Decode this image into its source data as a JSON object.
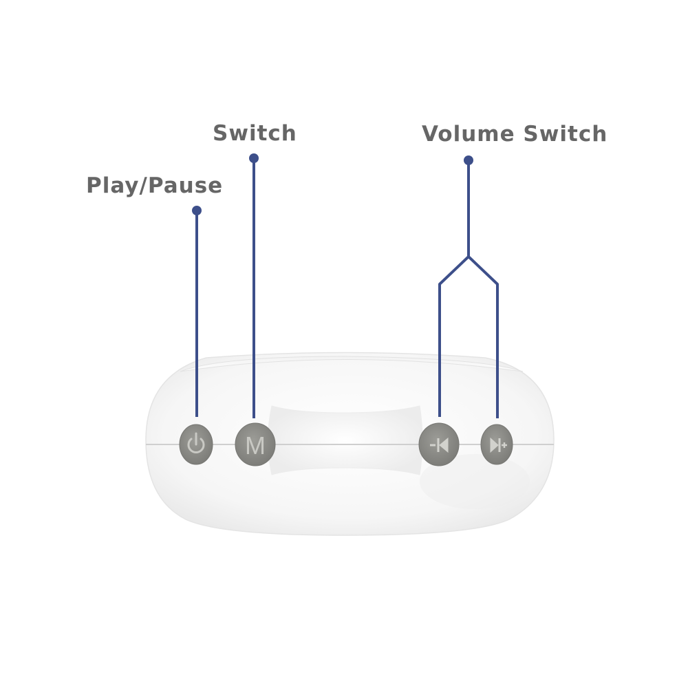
{
  "callouts": {
    "play_pause": "Play/Pause",
    "switch": "Switch",
    "volume_switch": "Volume Switch"
  },
  "buttons": [
    {
      "name": "power-button",
      "glyph": "power-icon"
    },
    {
      "name": "mode-button",
      "glyph": "M"
    },
    {
      "name": "volume-down-button",
      "glyph": "minus-previous-icon"
    },
    {
      "name": "volume-up-button",
      "glyph": "next-plus-icon"
    }
  ],
  "colors": {
    "leader_line": "#3d4f8a",
    "label_text": "#666666",
    "button_fill": "#8f8f8a",
    "device_body": "#f7f7f7"
  }
}
